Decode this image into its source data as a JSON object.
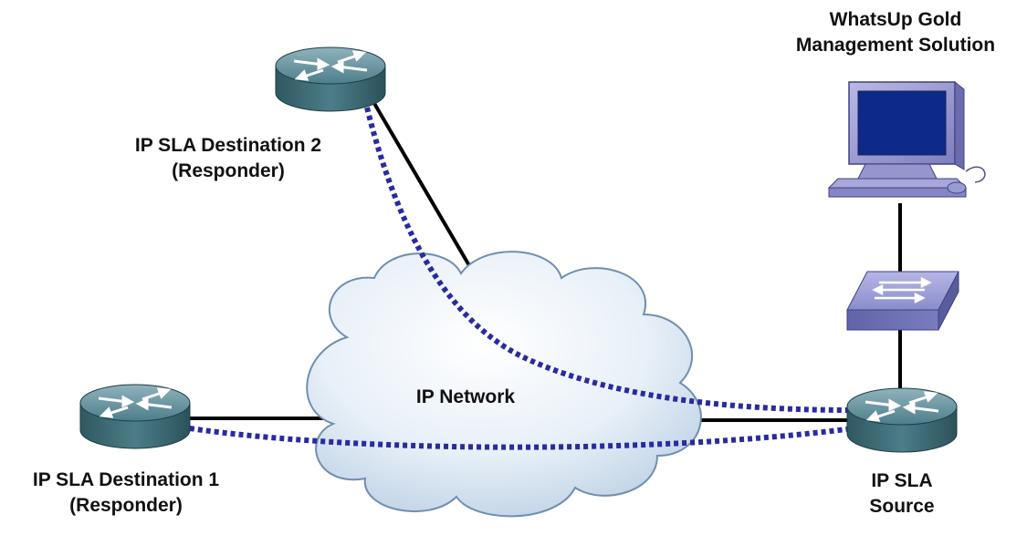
{
  "nodes": {
    "destination2": {
      "line1": "IP SLA Destination 2",
      "line2": "(Responder)",
      "icon": "router-icon"
    },
    "destination1": {
      "line1": "IP SLA Destination 1",
      "line2": "(Responder)",
      "icon": "router-icon"
    },
    "source": {
      "line1": "IP SLA",
      "line2": "Source",
      "icon": "router-icon"
    },
    "management": {
      "line1": "WhatsUp Gold",
      "line2": "Management Solution",
      "icon": "workstation-icon"
    },
    "switch": {
      "icon": "switch-icon"
    },
    "network": {
      "label": "IP Network",
      "icon": "cloud-icon"
    }
  },
  "colors": {
    "physical_link": "#000000",
    "sla_path": "#2a2aa0",
    "router_body": "#3f6f7a",
    "switch_body": "#7d7fc0",
    "cloud_fill": "#dbe7f3",
    "monitor_body": "#9a9ad2"
  }
}
